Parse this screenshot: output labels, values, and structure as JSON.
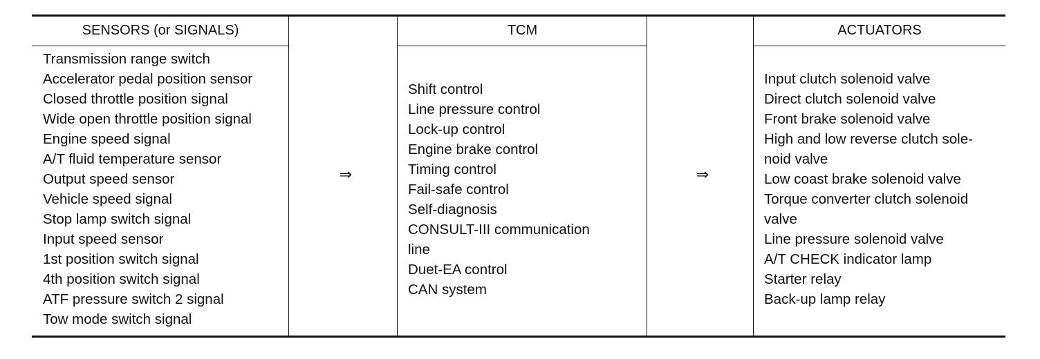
{
  "table": {
    "headers": {
      "sensors": "SENSORS (or SIGNALS)",
      "tcm": "TCM",
      "actuators": "ACTUATORS"
    },
    "arrows": {
      "left": "⇒",
      "right": "⇒"
    },
    "sensors": [
      "Transmission range switch",
      "Accelerator pedal position sensor",
      "Closed throttle position signal",
      "Wide open throttle position signal",
      "Engine speed signal",
      "A/T fluid temperature sensor",
      "Output speed sensor",
      "Vehicle speed signal",
      "Stop lamp switch signal",
      "Input speed sensor",
      "1st position switch signal",
      "4th position switch signal",
      "ATF pressure switch 2 signal",
      "Tow mode switch signal"
    ],
    "tcm": [
      "Shift control",
      "Line pressure control",
      "Lock-up control",
      "Engine brake control",
      "Timing control",
      "Fail-safe control",
      "Self-diagnosis",
      "CONSULT-III communication",
      "line",
      "Duet-EA control",
      "CAN system"
    ],
    "actuators": [
      "Input clutch solenoid valve",
      "Direct clutch solenoid valve",
      "Front brake solenoid valve",
      "High and low reverse clutch sole-",
      "noid valve",
      "Low coast brake solenoid valve",
      "Torque converter clutch solenoid",
      "valve",
      "Line pressure solenoid valve",
      "A/T CHECK indicator lamp",
      "Starter relay",
      "Back-up lamp relay"
    ]
  }
}
